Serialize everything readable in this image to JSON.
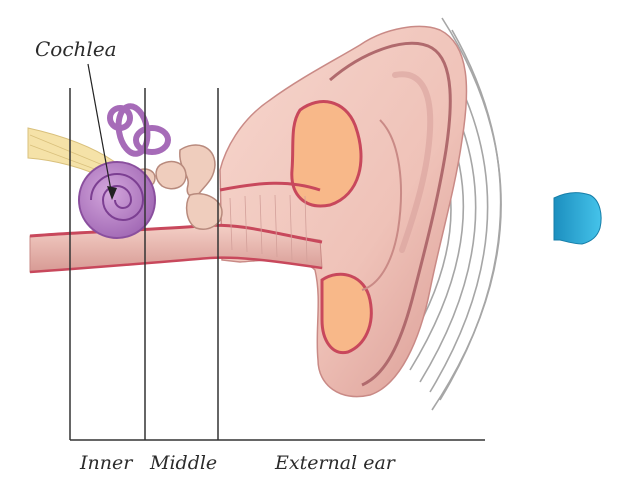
{
  "labels": {
    "cochlea": "Cochlea",
    "inner": "Inner",
    "middle": "Middle",
    "external": "External ear"
  },
  "colors": {
    "skin": "#f1c8bf",
    "skin_shadow": "#c98a86",
    "skin_dark": "#b06a6d",
    "canal_wall": "#c8485c",
    "flesh_orange": "#f8b889",
    "cochlea_purple": "#b783c4",
    "nerve_yellow": "#f5e2a8",
    "sound_source": "#2aa9d6",
    "wave_gray": "#a6a6a6",
    "line": "#333333"
  },
  "icons": {
    "sound_source": "speaker-icon",
    "sound_waves": "sound-waves-icon"
  }
}
